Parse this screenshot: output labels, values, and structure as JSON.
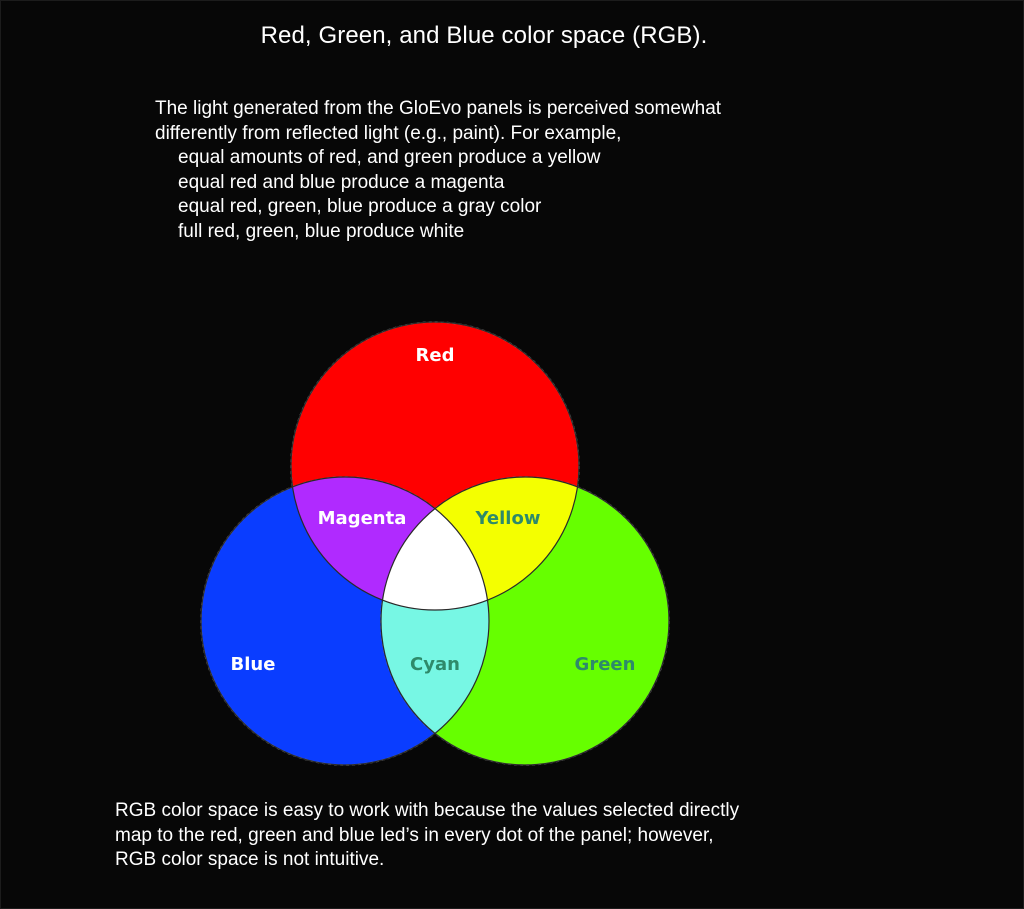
{
  "title": "Red, Green, and Blue color space (RGB).",
  "intro": {
    "lines": [
      "The light generated from the GloEvo panels is perceived somewhat",
      "differently from reflected light (e.g., paint). For example,"
    ],
    "examples": [
      "equal amounts of red, and green produce a yellow",
      "equal red and blue produce a magenta",
      "equal red, green, blue produce a gray color",
      "full red, green, blue produce white"
    ]
  },
  "diagram": {
    "labels": {
      "red": "Red",
      "green": "Green",
      "blue": "Blue",
      "magenta": "Magenta",
      "yellow": "Yellow",
      "cyan": "Cyan"
    },
    "colors": {
      "red": "#ff0000",
      "green": "#66ff00",
      "blue": "#0a3dff",
      "magenta": "#b02aff",
      "yellow": "#f4ff00",
      "cyan": "#77f7e4",
      "white": "#ffffff",
      "label_dark": "#2e8a6a"
    }
  },
  "footer": {
    "lines": [
      "RGB color space is easy to work with because the values selected directly",
      "map to the red, green and blue led’s in every dot of the panel; however,",
      "RGB color space is not intuitive."
    ]
  }
}
